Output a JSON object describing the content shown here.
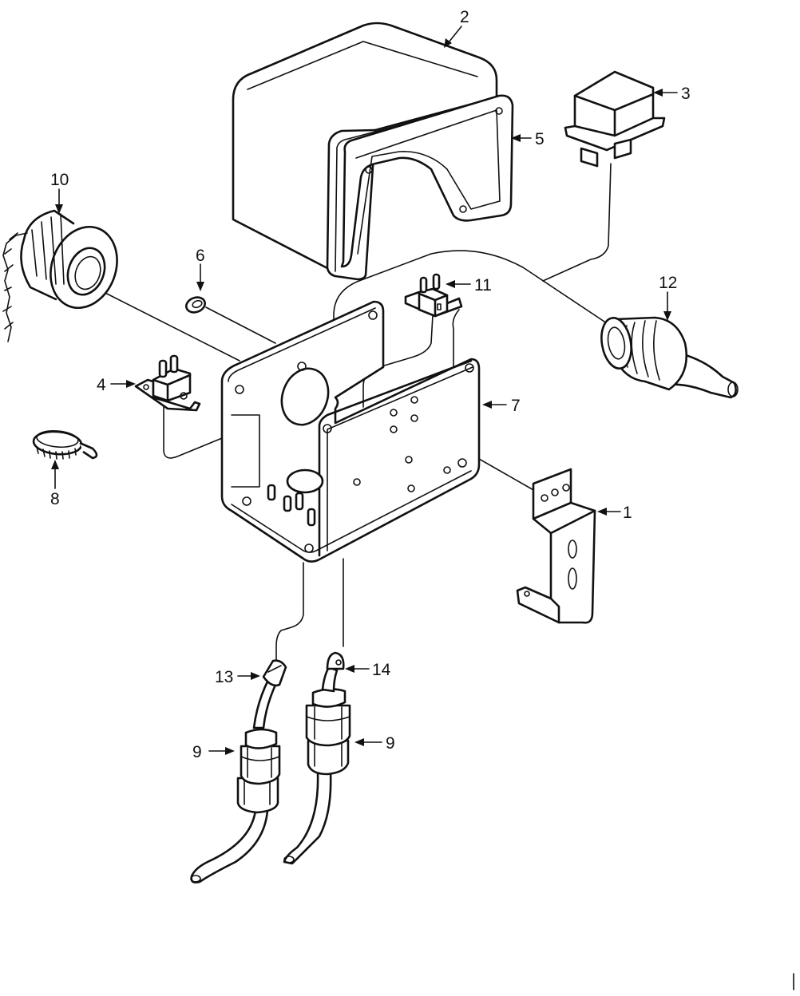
{
  "diagram": {
    "callouts": [
      {
        "id": "c1",
        "text": "1"
      },
      {
        "id": "c2",
        "text": "2"
      },
      {
        "id": "c3",
        "text": "3"
      },
      {
        "id": "c4",
        "text": "4"
      },
      {
        "id": "c5",
        "text": "5"
      },
      {
        "id": "c6",
        "text": "6"
      },
      {
        "id": "c7",
        "text": "7"
      },
      {
        "id": "c8",
        "text": "8"
      },
      {
        "id": "c9a",
        "text": "9"
      },
      {
        "id": "c9b",
        "text": "9"
      },
      {
        "id": "c10",
        "text": "10"
      },
      {
        "id": "c11",
        "text": "11"
      },
      {
        "id": "c12",
        "text": "12"
      },
      {
        "id": "c13",
        "text": "13"
      },
      {
        "id": "c14",
        "text": "14"
      }
    ]
  },
  "colors": {
    "line": "#111111",
    "background": "#ffffff"
  }
}
